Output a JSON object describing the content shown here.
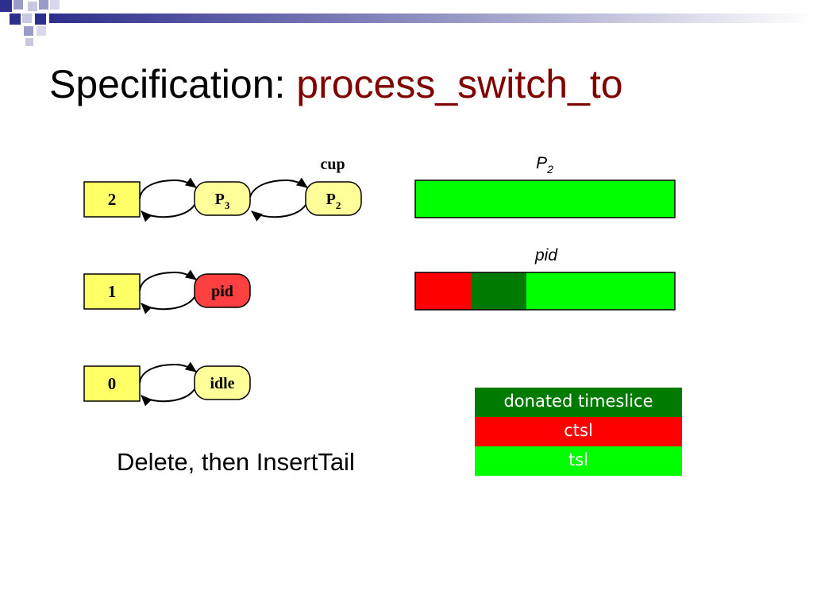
{
  "title": {
    "prefix": "Specification: ",
    "function_name": "process_switch_to"
  },
  "queues": [
    {
      "priority": "2",
      "processes": [
        {
          "name": "P",
          "subscript": "3"
        },
        {
          "name": "P",
          "subscript": "2"
        }
      ]
    },
    {
      "priority": "1",
      "processes": [
        {
          "name": "pid",
          "subscript": ""
        }
      ]
    },
    {
      "priority": "0",
      "processes": [
        {
          "name": "idle",
          "subscript": ""
        }
      ]
    }
  ],
  "cup_label": "cup",
  "timeslice_bars": [
    {
      "label": "P",
      "label_subscript": "2",
      "segments": [
        "tsl"
      ]
    },
    {
      "label": "pid",
      "label_subscript": "",
      "segments": [
        "ctsl",
        "donated timeslice",
        "tsl"
      ]
    }
  ],
  "legend": [
    {
      "label": "donated timeslice",
      "color": "#007A00"
    },
    {
      "label": "ctsl",
      "color": "#FF0000"
    },
    {
      "label": "tsl",
      "color": "#00FF00"
    }
  ],
  "caption": "Delete, then InsertTail",
  "colors": {
    "title_accent": "#800000",
    "priority_box": "#FFFF66",
    "process_node": "#FFFF99",
    "running_process": "#FF4040",
    "tsl": "#00FF00",
    "ctsl": "#FF0000",
    "donated": "#007A00",
    "deco_blue": "#2E2E8C"
  }
}
